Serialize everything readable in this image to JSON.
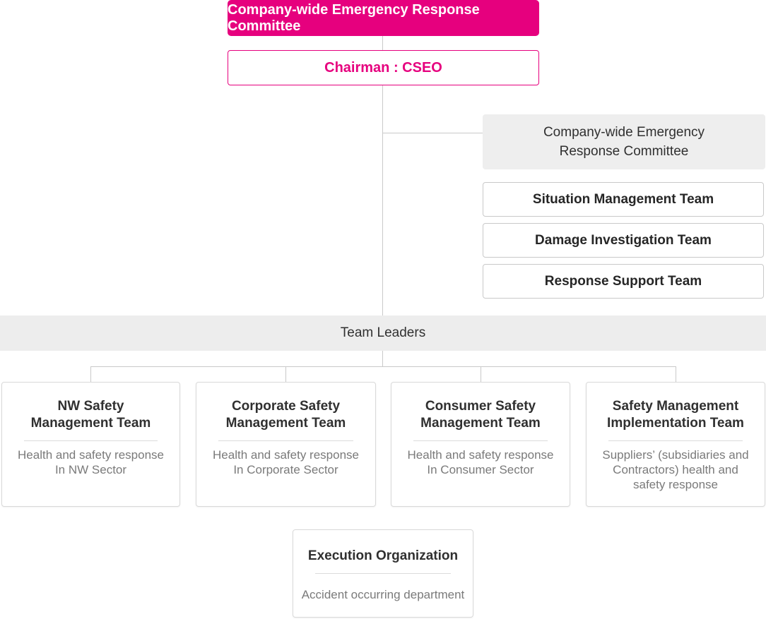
{
  "colors": {
    "magenta": "#e6007e",
    "panel_gray": "#eeeeee",
    "bar_gray": "#ededed",
    "line_gray": "#c9c9c9",
    "card_border": "#d9d9d9",
    "divider_gray": "#dcdcdc",
    "title_text": "#303030",
    "bold_text": "#262626",
    "desc_text": "#7a7a7a"
  },
  "org_chart": {
    "root": {
      "label": "Company-wide Emergency Response Committee"
    },
    "chairman": {
      "label": "Chairman : CSEO"
    },
    "committee_panel": {
      "header": "Company-wide Emergency\nResponse Committee",
      "teams": [
        {
          "label": "Situation Management Team"
        },
        {
          "label": "Damage Investigation Team"
        },
        {
          "label": "Response Support Team"
        }
      ]
    },
    "team_leaders_bar": {
      "label": "Team Leaders"
    },
    "management_teams": [
      {
        "title": "NW Safety\nManagement Team",
        "description": "Health and safety response\nIn NW Sector"
      },
      {
        "title": "Corporate Safety\nManagement Team",
        "description": "Health and safety response\nIn Corporate Sector"
      },
      {
        "title": "Consumer Safety\nManagement Team",
        "description": "Health and safety response\nIn Consumer Sector"
      },
      {
        "title": "Safety Management\nImplementation Team",
        "description": "Suppliers’ (subsidiaries and\nContractors) health and\nsafety response"
      }
    ],
    "execution": {
      "title": "Execution Organization",
      "description": "Accident occurring department"
    }
  }
}
